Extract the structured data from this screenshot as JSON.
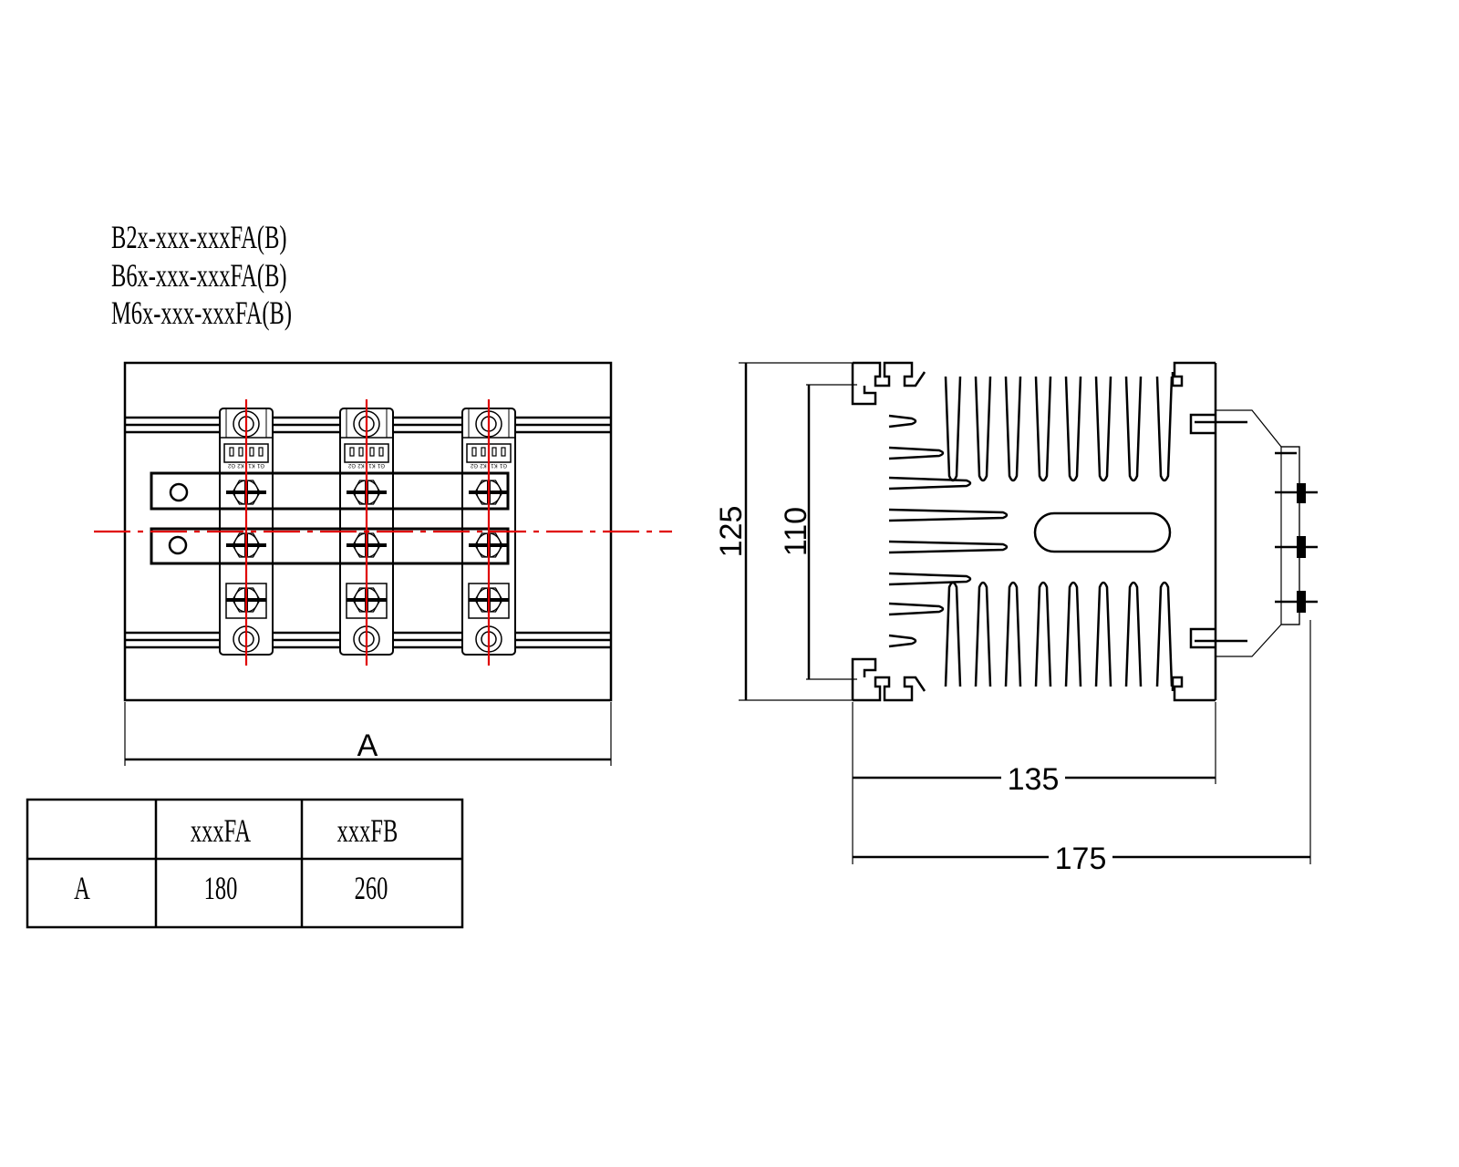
{
  "titles": [
    "B2x-xxx-xxxFA(B)",
    "B6x-xxx-xxxFA(B)",
    "M6x-xxx-xxxFA(B)"
  ],
  "module_terminals": [
    "G2",
    "K2",
    "K1",
    "G1"
  ],
  "front_view": {
    "dimension_label": "A"
  },
  "table": {
    "headers": [
      "",
      "xxxFA",
      "xxxFB"
    ],
    "rows": [
      [
        "A",
        "180",
        "260"
      ]
    ]
  },
  "side_view": {
    "dim_height_outer": "125",
    "dim_height_inner": "110",
    "dim_width_heatsink": "135",
    "dim_width_total": "175"
  },
  "colors": {
    "line": "#000000",
    "centerline": "#e00000"
  }
}
